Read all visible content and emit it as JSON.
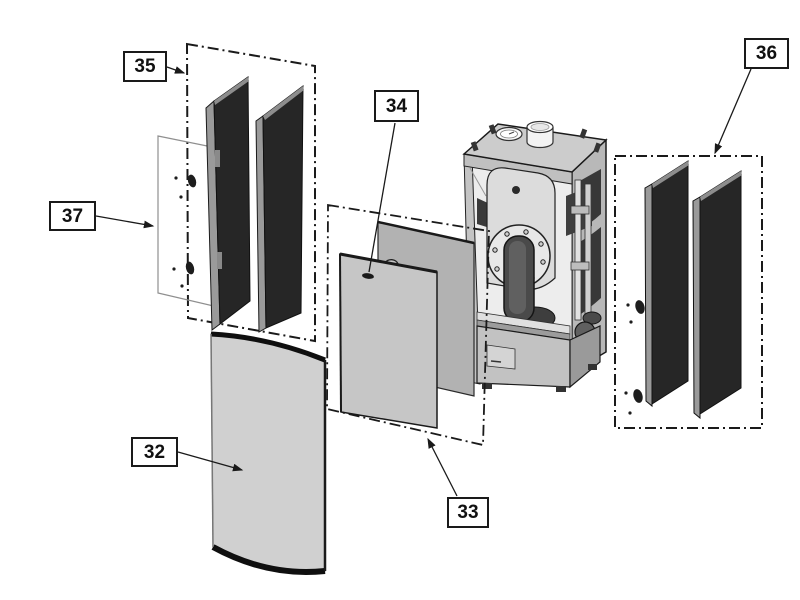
{
  "figure": {
    "background_color": "#ffffff",
    "outline_color": "#1a1a1a",
    "dark_panel_color": "#262626",
    "light_panel_color": "#d0d0d0",
    "callouts": [
      {
        "label": "32"
      },
      {
        "label": "33"
      },
      {
        "label": "34"
      },
      {
        "label": "35"
      },
      {
        "label": "36"
      },
      {
        "label": "37"
      }
    ]
  }
}
